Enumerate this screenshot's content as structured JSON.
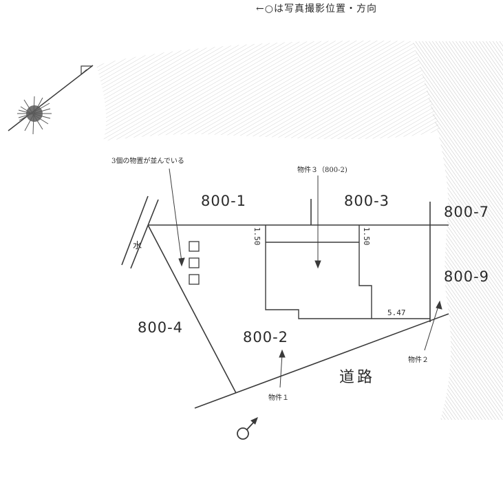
{
  "legend": {
    "text": "←○は写真撮影位置・方向"
  },
  "notes": {
    "storage_sheds": "3個の物置が並んでいる",
    "property3": "物件３（800-2)",
    "property1": "物件１",
    "property2": "物件２"
  },
  "lots": {
    "lot_800_1": "800-1",
    "lot_800_3": "800-3",
    "lot_800_7": "800-7",
    "lot_800_9": "800-9",
    "lot_800_4": "800-4",
    "lot_800_2": "800-2"
  },
  "dimensions": {
    "left_gap": "1.50",
    "right_gap": "1.50",
    "bottom_gap": "5.47"
  },
  "labels": {
    "water": "水",
    "road": "道路"
  },
  "colors": {
    "line": "#3a3a3a",
    "hatch": "#9a9a9a",
    "text": "#2a2a2a"
  },
  "icons": {
    "north": "north-arrow-icon",
    "photo": "photo-position-icon"
  }
}
